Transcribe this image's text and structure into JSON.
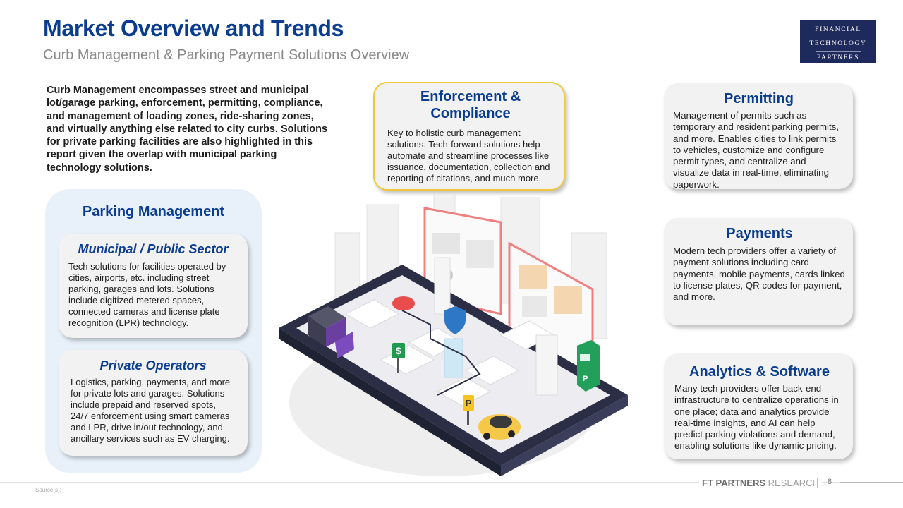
{
  "header": {
    "title": "Market Overview and Trends",
    "subtitle": "Curb Management & Parking Payment Solutions Overview"
  },
  "logo": {
    "line1": "FINANCIAL",
    "line2": "TECHNOLOGY",
    "line3": "PARTNERS"
  },
  "intro": "Curb Management encompasses street and municipal lot/garage parking, enforcement, permitting, compliance, and management of loading zones, ride-sharing zones, and virtually anything else related to city curbs. Solutions for private parking facilities are also highlighted in this report given the overlap with municipal parking technology solutions.",
  "parking_management": {
    "title": "Parking Management",
    "municipal": {
      "title": "Municipal / Public Sector",
      "text": "Tech solutions for facilities operated by cities, airports, etc. including street parking, garages and lots. Solutions include digitized metered spaces, connected cameras and license plate recognition (LPR) technology."
    },
    "private": {
      "title": "Private Operators",
      "text": "Logistics, parking, payments, and more for private lots and garages. Solutions include prepaid and reserved spots, 24/7 enforcement using smart cameras and LPR, drive in/out technology, and ancillary services such as EV charging."
    }
  },
  "enforcement": {
    "title": "Enforcement & Compliance",
    "text": "Key to holistic curb management solutions. Tech-forward solutions help automate and streamline processes like issuance, documentation, collection and reporting of citations, and much more."
  },
  "permitting": {
    "title": "Permitting",
    "text": "Management of permits such as temporary and resident parking permits, and more. Enables cities to link permits to vehicles, customize and configure permit types, and centralize and visualize data in real-time, eliminating paperwork."
  },
  "payments": {
    "title": "Payments",
    "text": "Modern tech providers offer a variety of payment solutions including card payments, mobile payments, cards linked to license plates, QR codes for payment, and more."
  },
  "analytics": {
    "title": "Analytics & Software",
    "text": "Many tech providers offer back-end infrastructure to centralize operations in one place; data and analytics provide real-time insights, and AI can help predict parking violations and demand, enabling solutions like dynamic pricing."
  },
  "footer": {
    "source": "Source(s):",
    "brand": "FT PARTNERS",
    "brand_suffix": "RESEARCH",
    "page": "8"
  },
  "colors": {
    "title_blue": "#0a3d8f",
    "panel_blue": "#e8f1fa",
    "enforcement_border": "#f0c93a",
    "logo_navy": "#1f2a5c"
  }
}
